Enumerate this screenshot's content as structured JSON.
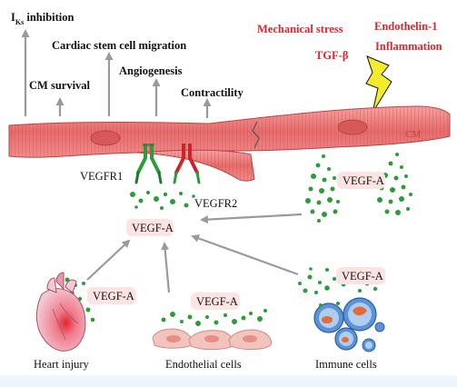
{
  "effects": {
    "iks_main": "I",
    "iks_sub": "Ks",
    "iks_rest": " inhibition",
    "stem_cell": "Cardiac stem cell migration",
    "cm_survival": "CM survival",
    "angiogenesis": "Angiogenesis",
    "contractility": "Contractility"
  },
  "stimuli": {
    "mechanical": "Mechanical stress",
    "tgf": "TGF-β",
    "endothelin": "Endothelin-1",
    "inflammation": "Inflammation"
  },
  "labels": {
    "cm": "CM",
    "vegfr1": "VEGFR1",
    "vegfr2": "VEGFR2",
    "vegf_center": "VEGF-A",
    "vegf_cm": "VEGF-A",
    "vegf_heart": "VEGF-A",
    "vegf_endo": "VEGF-A",
    "vegf_immune": "VEGF-A"
  },
  "sources": {
    "heart": "Heart injury",
    "endothelial": "Endothelial cells",
    "immune": "Immune cells"
  },
  "colors": {
    "cardiomyocyte": "#e86a6a",
    "vegf_dot": "#2f9a3b",
    "pill": "#fde3e1",
    "stimulus_text": "#e0262b",
    "lightning": "#f3ec2c",
    "arrow": "#9a9a9a"
  }
}
